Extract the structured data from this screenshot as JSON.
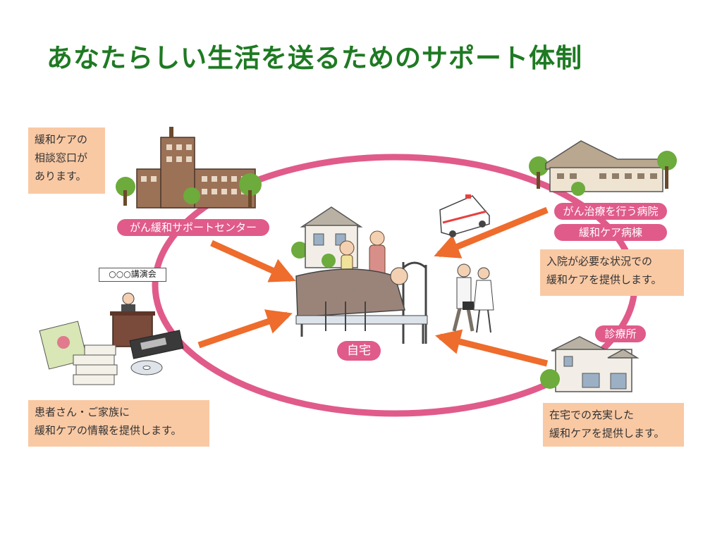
{
  "title": "あなたらしい生活を送るためのサポート体制",
  "center": {
    "desc_lines": [
      "緩和ケアの",
      "相談窓口が",
      "あります。"
    ],
    "label": "がん緩和サポートセンター"
  },
  "lecture": {
    "sign": "○○○講演会",
    "desc_lines": [
      "患者さん・ご家族に",
      "緩和ケアの情報を提供します。"
    ]
  },
  "hospital": {
    "label1": "がん治療を行う病院",
    "label2": "緩和ケア病棟",
    "desc_lines": [
      "入院が必要な状況での",
      "緩和ケアを提供します。"
    ]
  },
  "clinic": {
    "label": "診療所",
    "desc_lines": [
      "在宅での充実した",
      "緩和ケアを提供します。"
    ]
  },
  "home": {
    "label": "自宅"
  },
  "colors": {
    "title": "#1e7a22",
    "ring": "#e05b8a",
    "pill": "#e05b8a",
    "box": "#f9c9a4",
    "arrow": "#ee6c2c"
  },
  "icons": [
    "hospital-building-icon",
    "house-icon",
    "bed-icon",
    "ambulance-icon",
    "doctor-nurse-icon",
    "books-video-icon",
    "podium-speaker-icon"
  ]
}
